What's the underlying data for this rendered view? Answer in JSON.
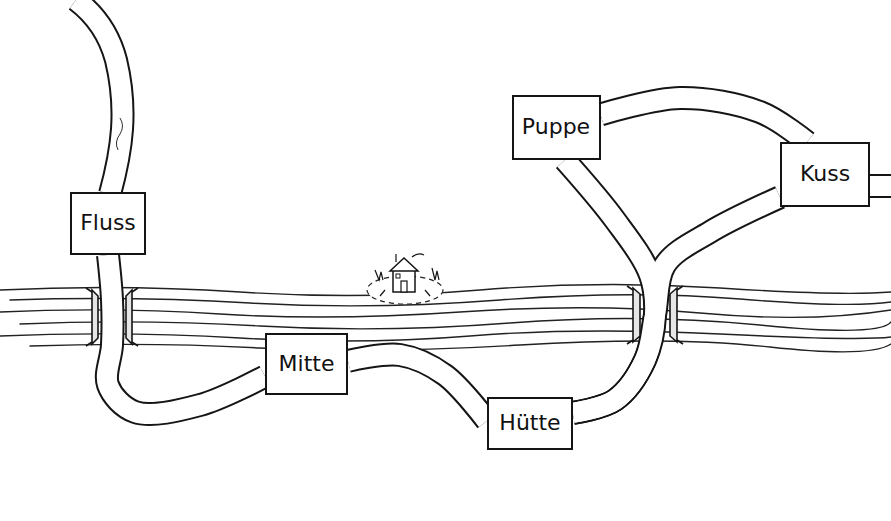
{
  "diagram": {
    "nodes": [
      {
        "text": [
          "Fluss"
        ]
      },
      {
        "text": [
          "Puppe"
        ]
      },
      {
        "text": [
          "Kuss"
        ]
      },
      {
        "text": [
          "Mitte"
        ]
      },
      {
        "text": [
          "Hütte"
        ]
      }
    ],
    "edges": [
      {
        "from": 0,
        "to": 3,
        "arrow": "none"
      },
      {
        "from": 3,
        "to": 4,
        "arrow": "none"
      },
      {
        "from": 4,
        "to": 1,
        "arrow": "none"
      },
      {
        "from": 4,
        "to": 2,
        "arrow": "none"
      },
      {
        "from": 1,
        "to": 2,
        "arrow": "none"
      }
    ]
  }
}
